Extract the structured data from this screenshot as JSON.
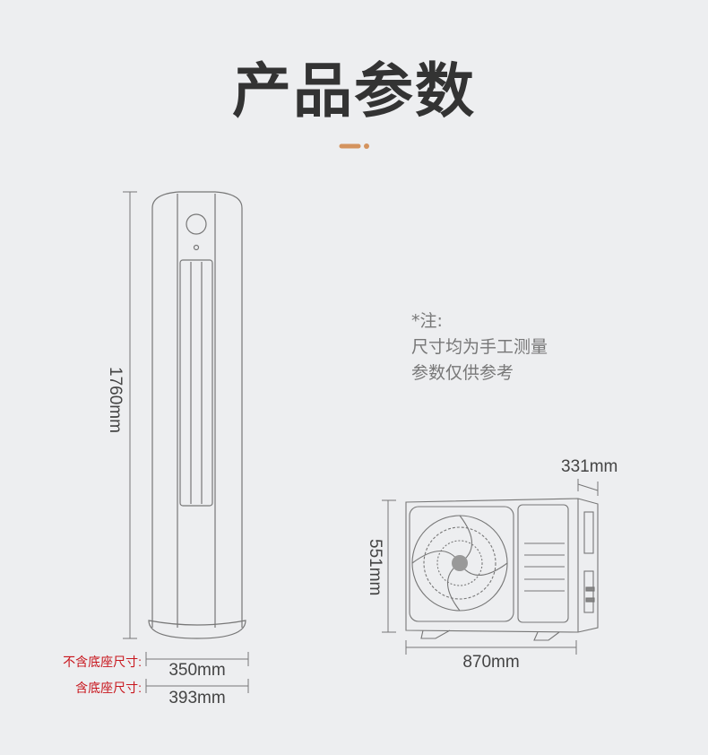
{
  "title": "产品参数",
  "accent_color": "#d4935e",
  "note": {
    "lines": [
      "*注:",
      "尺寸均为手工测量",
      "参数仅供参考"
    ]
  },
  "indoor_unit": {
    "height": "1760mm",
    "width_without_base_label": "不含底座尺寸:",
    "width_without_base": "350mm",
    "width_with_base_label": "含底座尺寸:",
    "width_with_base": "393mm"
  },
  "outdoor_unit": {
    "height": "551mm",
    "width": "870mm",
    "depth": "331mm"
  }
}
